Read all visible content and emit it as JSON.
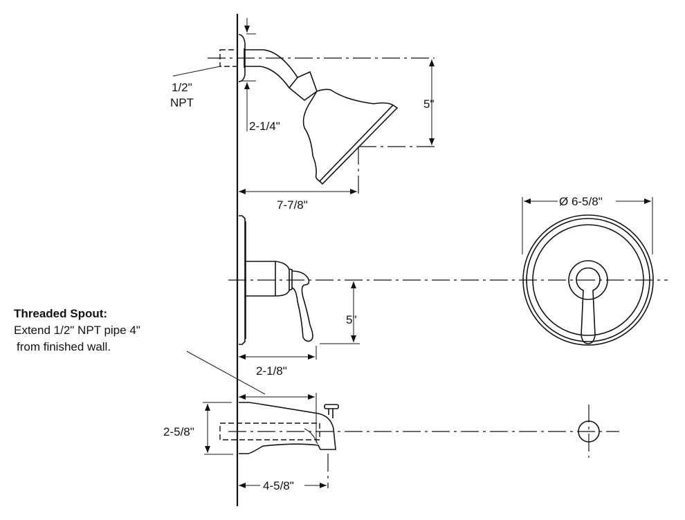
{
  "title": "Shower and tub trim dimension drawing",
  "labels": {
    "inlet": "1/2\"",
    "inlet2": "NPT",
    "flange": "2-1/4\"",
    "head_drop": "5\"",
    "head_reach": "7-7/8\"",
    "diameter": "Ø 6-5/8\"",
    "valve_drop": "5\"",
    "handle_reach": "2-1/8\"",
    "spout_height": "2-5/8\"",
    "spout_reach": "4-5/8\""
  },
  "note": {
    "heading": "Threaded Spout:",
    "line1": "Extend 1/2\" NPT pipe 4\"",
    "line2": "from finished wall."
  },
  "colors": {
    "ink": "#111111",
    "background": "#ffffff"
  }
}
